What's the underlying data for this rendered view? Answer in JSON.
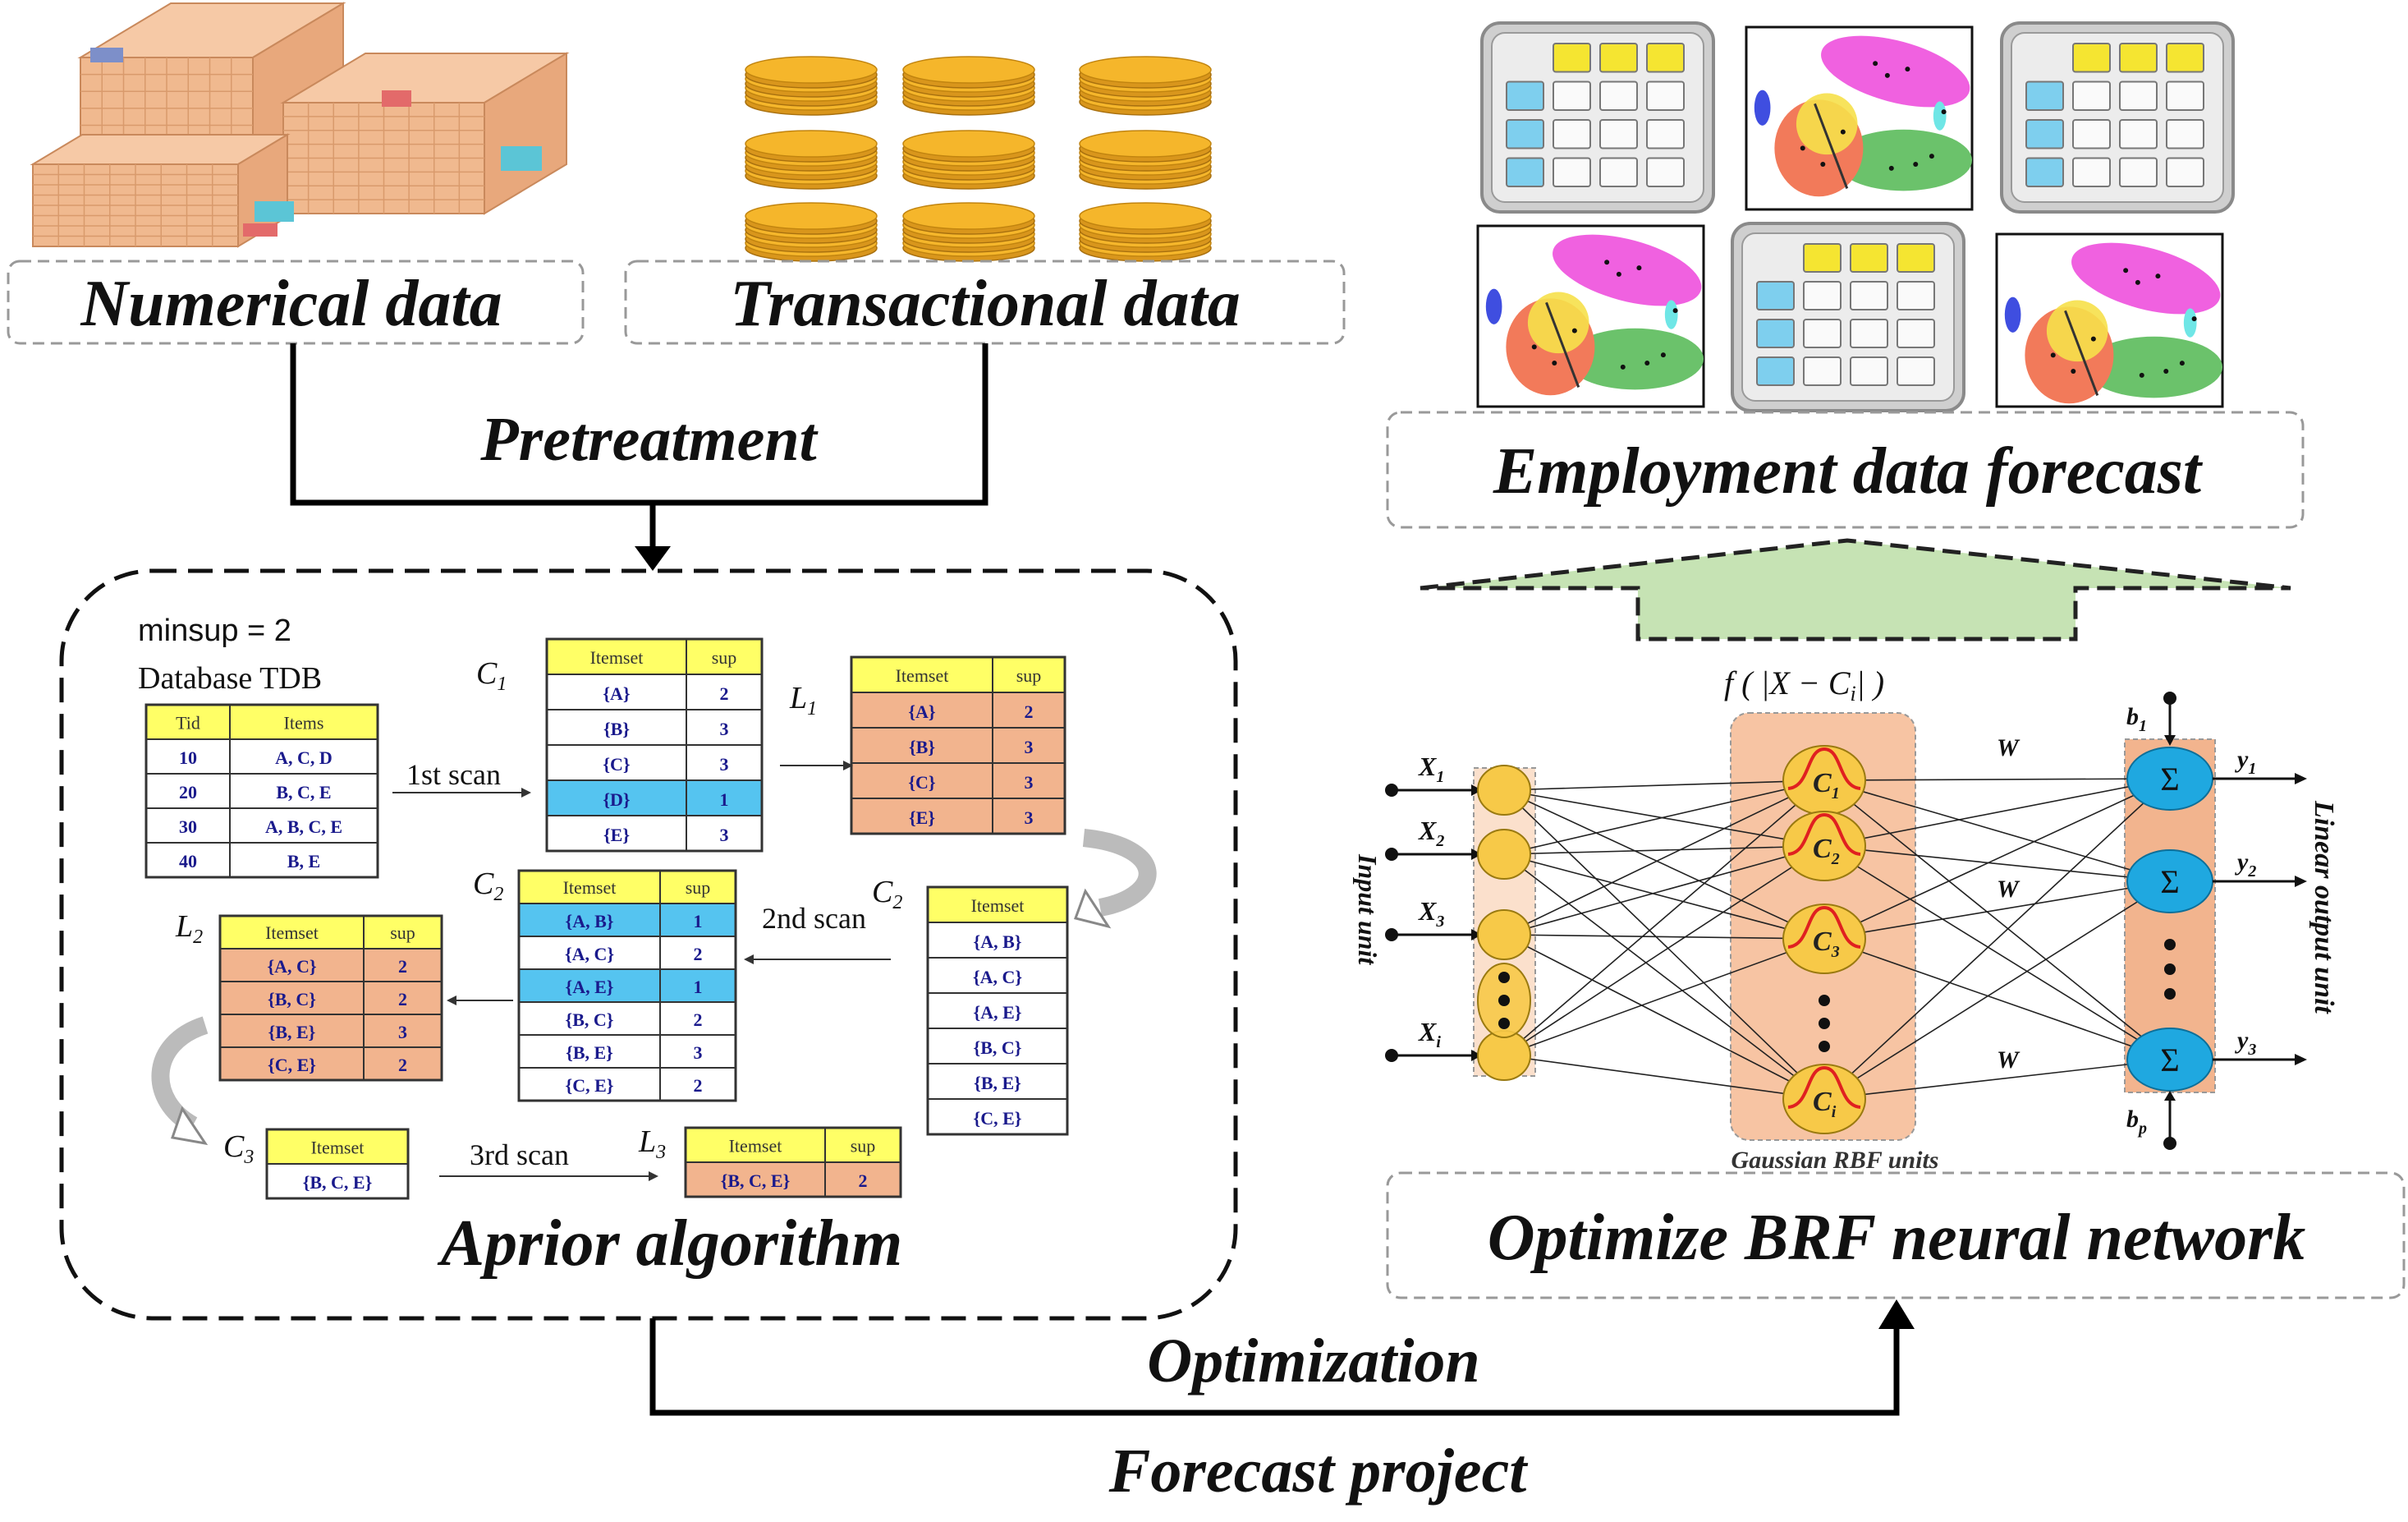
{
  "labels": {
    "numerical": "Numerical data",
    "transactional": "Transactional data",
    "pretreatment": "Pretreatment",
    "employment": "Employment data forecast",
    "aprior": "Aprior algorithm",
    "optimize_brf": "Optimize BRF neural network",
    "optimization": "Optimization",
    "forecast_project": "Forecast project"
  },
  "apriori": {
    "minsup": "minsup = 2",
    "db_title": "Database TDB",
    "tdb_headers": [
      "Tid",
      "Items"
    ],
    "tdb_rows": [
      [
        "10",
        "A, C, D"
      ],
      [
        "20",
        "B, C, E"
      ],
      [
        "30",
        "A, B, C, E"
      ],
      [
        "40",
        "B, E"
      ]
    ],
    "scan1": "1st scan",
    "scan2": "2nd scan",
    "scan3": "3rd scan",
    "c1_label": "C",
    "c1_sub": "1",
    "l1_label": "L",
    "l1_sub": "1",
    "c2_label": "C",
    "c2_sub": "2",
    "l2_label": "L",
    "l2_sub": "2",
    "c3_label": "C",
    "c3_sub": "3",
    "l3_label": "L",
    "l3_sub": "3",
    "c1_headers": [
      "Itemset",
      "sup"
    ],
    "c1_rows": [
      [
        "{A}",
        "2"
      ],
      [
        "{B}",
        "3"
      ],
      [
        "{C}",
        "3"
      ],
      [
        "{D}",
        "1"
      ],
      [
        "{E}",
        "3"
      ]
    ],
    "l1_headers": [
      "Itemset",
      "sup"
    ],
    "l1_rows": [
      [
        "{A}",
        "2"
      ],
      [
        "{B}",
        "3"
      ],
      [
        "{C}",
        "3"
      ],
      [
        "{E}",
        "3"
      ]
    ],
    "c2r_header": "Itemset",
    "c2r_rows": [
      "{A, B}",
      "{A, C}",
      "{A, E}",
      "{B, C}",
      "{B, E}",
      "{C, E}"
    ],
    "c2_headers": [
      "Itemset",
      "sup"
    ],
    "c2_rows": [
      [
        "{A, B}",
        "1"
      ],
      [
        "{A, C}",
        "2"
      ],
      [
        "{A, E}",
        "1"
      ],
      [
        "{B, C}",
        "2"
      ],
      [
        "{B, E}",
        "3"
      ],
      [
        "{C, E}",
        "2"
      ]
    ],
    "l2_headers": [
      "Itemset",
      "sup"
    ],
    "l2_rows": [
      [
        "{A, C}",
        "2"
      ],
      [
        "{B, C}",
        "2"
      ],
      [
        "{B, E}",
        "3"
      ],
      [
        "{C, E}",
        "2"
      ]
    ],
    "c3_header": "Itemset",
    "c3_rows": [
      "{B, C, E}"
    ],
    "l3_headers": [
      "Itemset",
      "sup"
    ],
    "l3_rows": [
      [
        "{B, C, E}",
        "2"
      ]
    ]
  },
  "rbf": {
    "func": "f ( |X − C",
    "func_sub": "i",
    "func_end": "| )",
    "input_unit": "Input unit",
    "output_unit": "Linear output unit",
    "gaussian": "Gaussian RBF units",
    "weight": "W",
    "sigma": "Σ",
    "inputs": [
      [
        "X",
        "1"
      ],
      [
        "X",
        "2"
      ],
      [
        "X",
        "3"
      ],
      [
        "X",
        "i"
      ]
    ],
    "centers": [
      [
        "C",
        "1"
      ],
      [
        "C",
        "2"
      ],
      [
        "C",
        "3"
      ],
      [
        "C",
        "i"
      ]
    ],
    "outputs": [
      [
        "y",
        "1"
      ],
      [
        "y",
        "2"
      ],
      [
        "y",
        "3"
      ]
    ],
    "biases": [
      [
        "b",
        "1"
      ],
      [
        "b",
        "p"
      ]
    ]
  },
  "colors": {
    "yellow_header": "#ffff66",
    "orange_cell": "#f2b48e",
    "blue_cell": "#55c4f0",
    "node_yellow": "#f7c948",
    "node_blue": "#1fa8e0",
    "green_arrow": "#c6e3b4",
    "red_curve": "#e02020"
  }
}
